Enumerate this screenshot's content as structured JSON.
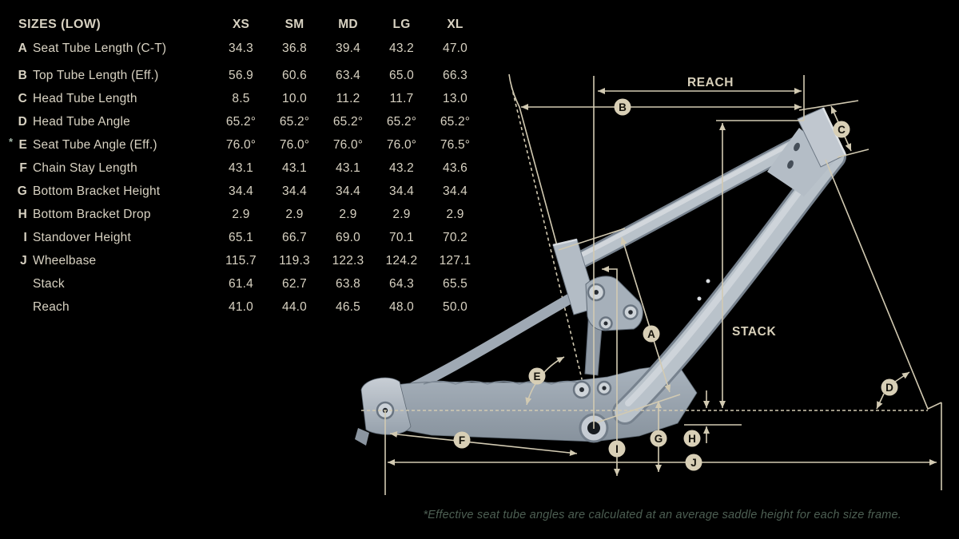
{
  "table": {
    "title": "SIZES (LOW)",
    "asterisk": "*",
    "columns": [
      "XS",
      "SM",
      "MD",
      "LG",
      "XL"
    ],
    "rows": [
      {
        "letter": "A",
        "label": "Seat Tube Length (C-T)",
        "values": [
          "34.3",
          "36.8",
          "39.4",
          "43.2",
          "47.0"
        ]
      },
      {
        "letter": "B",
        "label": "Top Tube Length (Eff.)",
        "values": [
          "56.9",
          "60.6",
          "63.4",
          "65.0",
          "66.3"
        ]
      },
      {
        "letter": "C",
        "label": "Head Tube Length",
        "values": [
          "8.5",
          "10.0",
          "11.2",
          "11.7",
          "13.0"
        ]
      },
      {
        "letter": "D",
        "label": "Head Tube Angle",
        "values": [
          "65.2°",
          "65.2°",
          "65.2°",
          "65.2°",
          "65.2°"
        ]
      },
      {
        "letter": "E",
        "label": "Seat Tube Angle (Eff.)",
        "values": [
          "76.0°",
          "76.0°",
          "76.0°",
          "76.0°",
          "76.5°"
        ]
      },
      {
        "letter": "F",
        "label": "Chain Stay Length",
        "values": [
          "43.1",
          "43.1",
          "43.1",
          "43.2",
          "43.6"
        ]
      },
      {
        "letter": "G",
        "label": "Bottom Bracket Height",
        "values": [
          "34.4",
          "34.4",
          "34.4",
          "34.4",
          "34.4"
        ]
      },
      {
        "letter": "H",
        "label": "Bottom Bracket Drop",
        "values": [
          "2.9",
          "2.9",
          "2.9",
          "2.9",
          "2.9"
        ]
      },
      {
        "letter": "I",
        "label": "Standover Height",
        "values": [
          "65.1",
          "66.7",
          "69.0",
          "70.1",
          "70.2"
        ]
      },
      {
        "letter": "J",
        "label": "Wheelbase",
        "values": [
          "115.7",
          "119.3",
          "122.3",
          "124.2",
          "127.1"
        ]
      },
      {
        "letter": "",
        "label": "Stack",
        "values": [
          "61.4",
          "62.7",
          "63.8",
          "64.3",
          "65.5"
        ]
      },
      {
        "letter": "",
        "label": "Reach",
        "values": [
          "41.0",
          "44.0",
          "46.5",
          "48.0",
          "50.0"
        ]
      }
    ]
  },
  "diagram": {
    "reach_label": "REACH",
    "stack_label": "STACK",
    "circles": {
      "a": "A",
      "b": "B",
      "c": "C",
      "d": "D",
      "e": "E",
      "f": "F",
      "g": "G",
      "h": "H",
      "i": "I",
      "j": "J"
    }
  },
  "footnote": "*Effective seat tube angles are calculated at an average saddle height for each size frame.",
  "colors": {
    "background": "#000000",
    "table_text": "#d8d2c2",
    "dimension_lines": "#d2cab2",
    "badge_fill": "#d8cfb6",
    "footnote_text": "#4d5f53",
    "asterisk": "#a3b7a8",
    "frame_silver": "#b9c2ca"
  }
}
